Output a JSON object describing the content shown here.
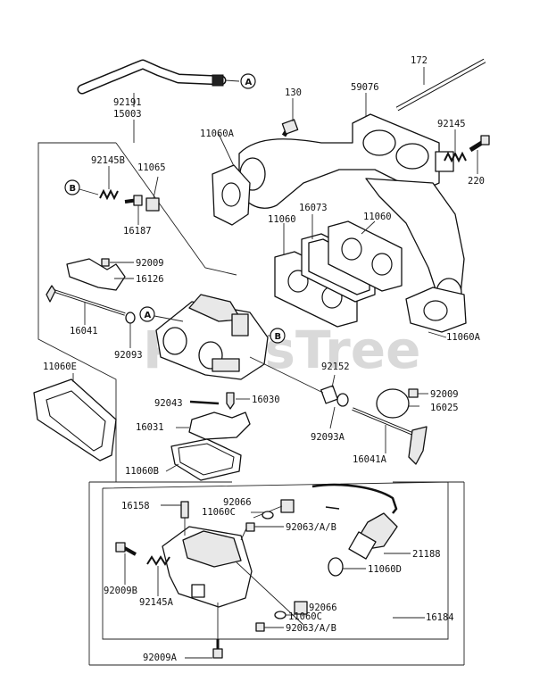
{
  "watermark": "PartsTree",
  "callouts": {
    "a": "A",
    "b": "B"
  },
  "labels": {
    "p92191": "92191",
    "p15003": "15003",
    "p172": "172",
    "p59076": "59076",
    "p130": "130",
    "p11060a_top": "11060A",
    "p92145": "92145",
    "p220": "220",
    "p92145b": "92145B",
    "p11065": "11065",
    "p16187": "16187",
    "p16073": "16073",
    "p11060_left": "11060",
    "p11060_right": "11060",
    "p92009_top": "92009",
    "p16126": "16126",
    "p16041": "16041",
    "p92093": "92093",
    "p11060a_right": "11060A",
    "p11060e": "11060E",
    "p92152": "92152",
    "p92043": "92043",
    "p16030": "16030",
    "p92009_right": "92009",
    "p16025": "16025",
    "p16031": "16031",
    "p92093a": "92093A",
    "p16041a": "16041A",
    "p11060b": "11060B",
    "p16158": "16158",
    "p92066_top": "92066",
    "p11060c_top": "11060C",
    "p92063_top": "92063/A/B",
    "p21188": "21188",
    "p11060d": "11060D",
    "p92009b": "92009B",
    "p92145a": "92145A",
    "p92066_bot": "92066",
    "p11060c_bot": "11060C",
    "p92063_bot": "92063/A/B",
    "p16184": "16184",
    "p92009a": "92009A"
  }
}
